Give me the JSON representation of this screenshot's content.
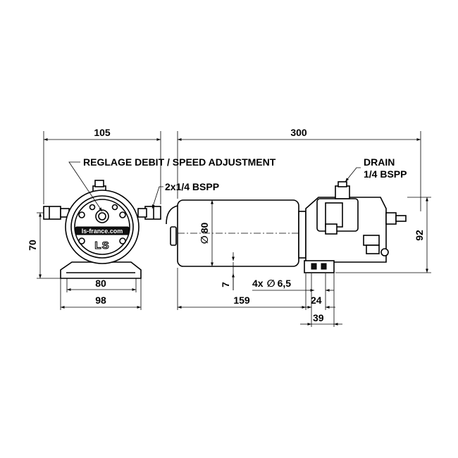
{
  "labels": {
    "speed_adjustment": "REGLAGE DEBIT / SPEED ADJUSTMENT",
    "ports": "2x1/4 BSPP",
    "drain_title": "DRAIN",
    "drain_thread": "1/4 BSPP",
    "holes_count": "4x",
    "holes_diameter": "6,5",
    "brand": "ls-france.com",
    "logo": "LS"
  },
  "dimensions": {
    "front_width_top": "105",
    "front_height": "70",
    "front_base_width": "80",
    "front_overall_width": "98",
    "side_overall_length": "300",
    "motor_diameter": "80",
    "side_height": "92",
    "base_offset": "7",
    "motor_length": "159",
    "base_dim_small": "24",
    "base_dim_large": "39"
  },
  "symbols": {
    "diameter": "∅"
  }
}
